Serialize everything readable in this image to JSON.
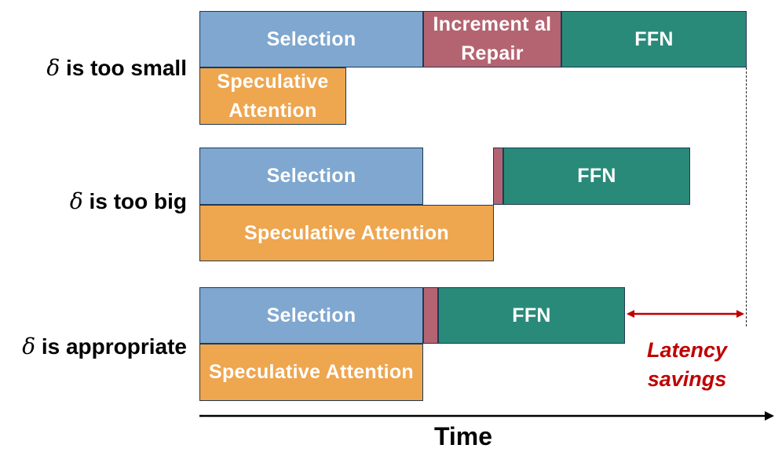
{
  "rows": [
    {
      "label_symbol": "δ",
      "label_text": " is too small",
      "selection": "Selection",
      "speculative_attention": "Speculative Attention",
      "incremental_repair": "Increment al Repair",
      "ffn": "FFN"
    },
    {
      "label_symbol": "δ",
      "label_text": " is too big",
      "selection": "Selection",
      "speculative_attention": "Speculative Attention",
      "ffn": "FFN"
    },
    {
      "label_symbol": "δ",
      "label_text": " is appropriate",
      "selection": "Selection",
      "speculative_attention": "Speculative Attention",
      "ffn": "FFN"
    }
  ],
  "annotations": {
    "latency_savings": "Latency savings"
  },
  "axis": {
    "time_label": "Time"
  },
  "colors": {
    "selection": "#7fa7cf",
    "speculative_attention": "#eea64f",
    "incremental_repair": "#b46471",
    "ffn": "#2a8a79",
    "savings": "#c00000"
  }
}
